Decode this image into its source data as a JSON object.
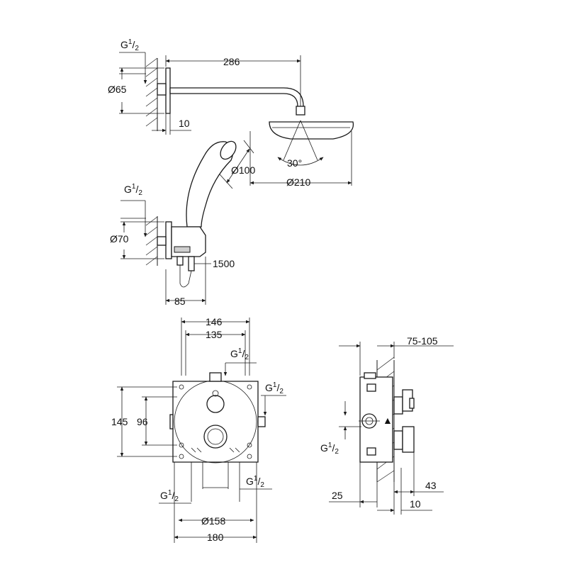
{
  "top_view": {
    "shower_arm_length": "286",
    "head_thread_g": "G",
    "head_thread_frac": "1",
    "head_thread_den": "2",
    "flange_diameter": "Ø65",
    "flange_depth": "10",
    "hand_shower_diameter": "Ø100",
    "head_shower_diameter": "Ø210",
    "spray_angle": "30°",
    "outlet_thread_g": "G",
    "outlet_thread_frac": "1",
    "outlet_thread_den": "2",
    "outlet_diameter": "Ø70",
    "hose_length": "1500",
    "outlet_projection": "85"
  },
  "front_view": {
    "width_outer": "146",
    "width_inner": "135",
    "thread_top_g": "G",
    "thread_top_n": "1",
    "thread_top_d": "2",
    "thread_right_g": "G",
    "thread_right_n": "1",
    "thread_right_d": "2",
    "height_outer": "145",
    "height_inner": "96",
    "thread_bl_g": "G",
    "thread_bl_n": "1",
    "thread_bl_d": "2",
    "thread_br_g": "G",
    "thread_br_n": "1",
    "thread_br_d": "2",
    "rosette_diameter": "Ø158",
    "plate_width": "180"
  },
  "side_view": {
    "depth_range": "75-105",
    "thread_g": "G",
    "thread_n": "1",
    "thread_d": "2",
    "depth_25": "25",
    "depth_43": "43",
    "depth_10": "10"
  }
}
